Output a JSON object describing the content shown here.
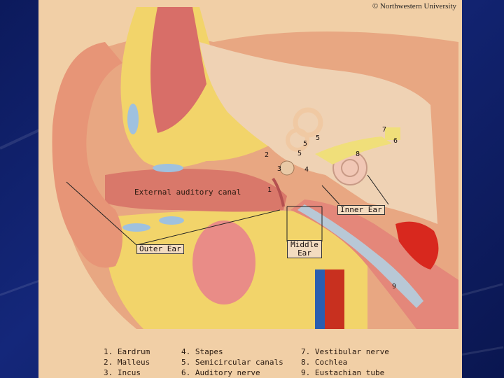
{
  "copyright": "© Northwestern University",
  "labels": {
    "external_canal": "External auditory canal",
    "outer_ear": "Outer Ear",
    "middle_ear_1": "Middle",
    "middle_ear_2": "Ear",
    "inner_ear": "Inner Ear"
  },
  "numbers": [
    "1",
    "2",
    "3",
    "4",
    "5",
    "5",
    "6",
    "7",
    "8",
    "9",
    "5"
  ],
  "legend": {
    "col1": [
      "1. Eardrum",
      "2. Malleus",
      "3. Incus"
    ],
    "col2": [
      "4. Stapes",
      "5. Semicircular canals",
      "6. Auditory nerve"
    ],
    "col3": [
      "7. Vestibular nerve",
      "8. Cochlea",
      "9. Eustachian tube"
    ]
  }
}
